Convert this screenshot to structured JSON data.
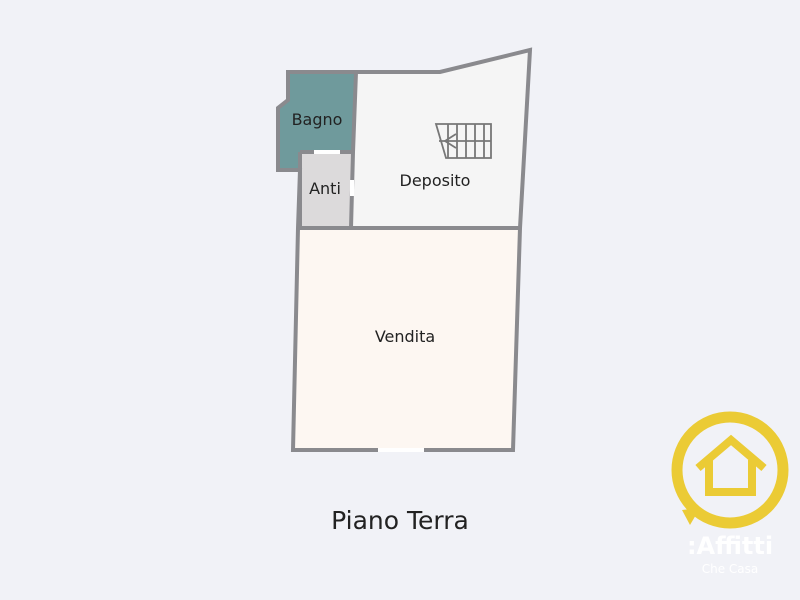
{
  "rooms": {
    "bagno": "Bagno",
    "anti": "Anti",
    "deposito": "Deposito",
    "vendita": "Vendita"
  },
  "floor_title": "Piano Terra",
  "logo": {
    "name": "Affitti",
    "prefix": ":",
    "tagline": "Che Casa",
    "color": "#ebcb35"
  },
  "colors": {
    "bagno": "#6f9a9c",
    "anti": "#dcdadb",
    "deposito": "#f5f5f5",
    "vendita": "#fdf7f2",
    "wall": "#8a8a8e"
  }
}
